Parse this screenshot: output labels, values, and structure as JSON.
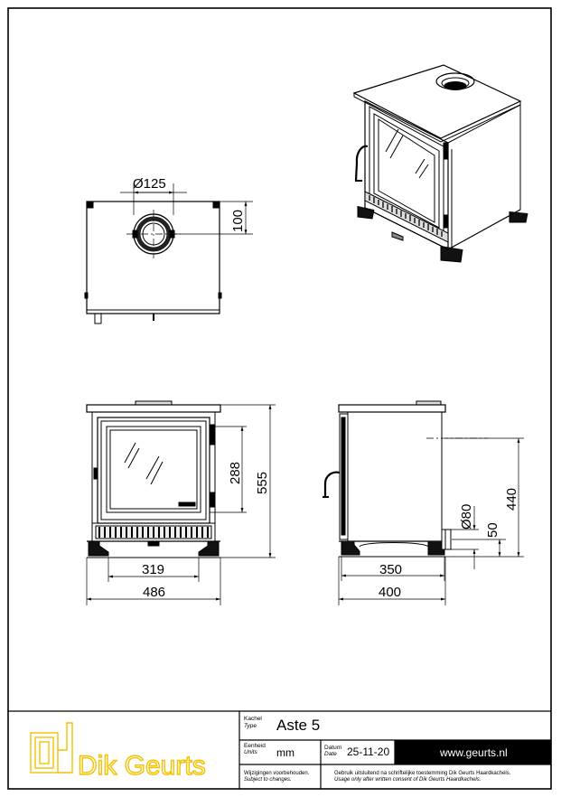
{
  "dimensions": {
    "flue_diameter": "Ø125",
    "flue_offset": "100",
    "glass_height": "288",
    "total_height": "555",
    "legs_width": "319",
    "total_width": "486",
    "rear_flue_diameter": "Ø80",
    "rear_flue_height": "50",
    "flue_center_height": "440",
    "legs_depth": "350",
    "total_depth": "400"
  },
  "title_block": {
    "brand": "Dik Geurts",
    "kachel_label": "Kachel",
    "type_label": "Type",
    "product_name": "Aste 5",
    "eenheid_label": "Eenheid",
    "units_label": "Units",
    "units_value": "mm",
    "datum_label": "Datum",
    "date_label": "Date",
    "date_value": "25-11-20",
    "website": "www.geurts.nl",
    "changes_nl": "Wijzigingen voorbehouden.",
    "changes_en": "Subject to changes.",
    "usage_nl": "Gebruik uitsluitend na schriftelijke toestemming Dik Geurts Haardkachels.",
    "usage_en": "Usage only after written consent of Dik Geurts Haardkachels."
  }
}
